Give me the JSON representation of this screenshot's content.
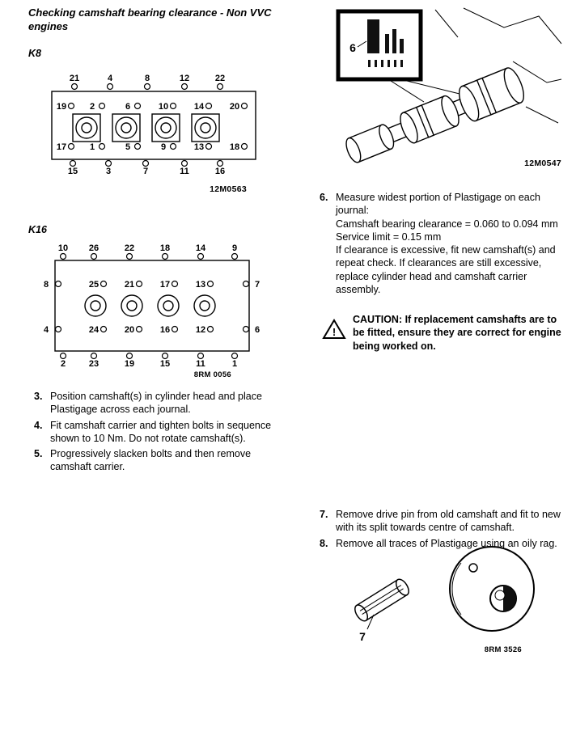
{
  "title": "Checking camshaft bearing clearance - Non VVC engines",
  "labels": {
    "k8": "K8",
    "k16": "K16"
  },
  "icons": {
    "warning": "!"
  },
  "figures": {
    "k8": {
      "caption": "12M0563",
      "row1": [
        "21",
        "4",
        "8",
        "12",
        "22"
      ],
      "row2": [
        "19",
        "2",
        "6",
        "10",
        "14",
        "20"
      ],
      "row3": [
        "17",
        "1",
        "5",
        "9",
        "13",
        "18"
      ],
      "row4": [
        "15",
        "3",
        "7",
        "11",
        "16"
      ]
    },
    "k16": {
      "caption": "8RM 0056",
      "row1": [
        "10",
        "26",
        "22",
        "18",
        "14",
        "9"
      ],
      "row2": [
        "8",
        "25",
        "21",
        "17",
        "13",
        "7"
      ],
      "row3": [
        "4",
        "24",
        "20",
        "16",
        "12",
        "6"
      ],
      "row4": [
        "2",
        "23",
        "19",
        "15",
        "11",
        "1"
      ]
    },
    "plastigage": {
      "caption": "12M0547",
      "callout": "6"
    },
    "drive_pin": {
      "caption": "8RM 3526",
      "callout": "7"
    }
  },
  "steps_left": [
    {
      "num": "3.",
      "text": "Position camshaft(s) in cylinder head and place Plastigage across each journal."
    },
    {
      "num": "4.",
      "text": "Fit camshaft carrier and tighten bolts in sequence shown to 10 Nm. Do not rotate camshaft(s)."
    },
    {
      "num": "5.",
      "text": "Progressively slacken bolts and then remove camshaft carrier."
    }
  ],
  "step6": {
    "num": "6.",
    "lines": [
      "Measure widest portion of Plastigage on each journal:",
      "Camshaft bearing clearance = 0.060 to 0.094 mm",
      "Service limit = 0.15 mm",
      "If clearance is excessive, fit new camshaft(s) and repeat check. If clearances are still excessive, replace cylinder head and camshaft carrier assembly."
    ]
  },
  "caution": "CAUTION: If replacement camshafts are to be fitted, ensure they are correct for engine being worked on.",
  "steps_right": [
    {
      "num": "7.",
      "text": "Remove drive pin from old camshaft and fit to new with its split towards centre of camshaft."
    },
    {
      "num": "8.",
      "text": "Remove all traces of Plastigage using an oily rag."
    }
  ]
}
